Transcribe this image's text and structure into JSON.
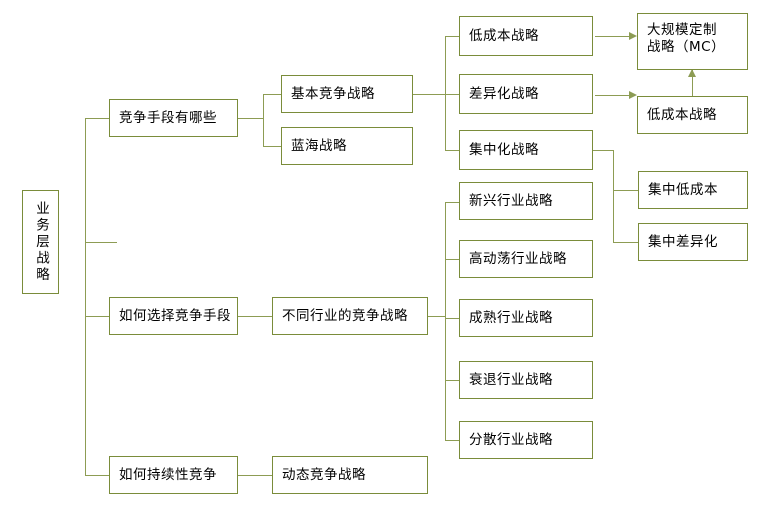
{
  "diagram": {
    "title": "业务层战略",
    "type": "tree-diagram",
    "colors": {
      "border": "#7a8c3a",
      "connector": "#8d9c54",
      "background": "#ffffff",
      "text": "#000000"
    },
    "root": {
      "label": "业务层战略",
      "orientation": "vertical"
    },
    "branches": [
      {
        "label": "竞争手段有哪些",
        "children": [
          {
            "label": "基本竞争战略",
            "children": [
              {
                "label": "低成本战略",
                "arrow_to": "大规模定制战略（MC）"
              },
              {
                "label": "差异化战略",
                "arrow_to": "低成本战略"
              },
              {
                "label": "集中化战略",
                "children": [
                  {
                    "label": "集中低成本"
                  },
                  {
                    "label": "集中差异化"
                  }
                ]
              }
            ]
          },
          {
            "label": "蓝海战略",
            "children": []
          }
        ]
      },
      {
        "label": "如何选择竞争手段",
        "children": [
          {
            "label": "不同行业的竞争战略",
            "children": [
              {
                "label": "新兴行业战略"
              },
              {
                "label": "高动荡行业战略"
              },
              {
                "label": "成熟行业战略"
              },
              {
                "label": "衰退行业战略"
              },
              {
                "label": "分散行业战略"
              }
            ]
          }
        ]
      },
      {
        "label": "如何持续性竞争",
        "children": [
          {
            "label": "动态竞争战略"
          }
        ]
      }
    ],
    "outcome_nodes": {
      "mass_customization_line1": "大规模定制",
      "mass_customization_line2": "战略（MC）",
      "low_cost_outcome": "低成本战略"
    }
  }
}
